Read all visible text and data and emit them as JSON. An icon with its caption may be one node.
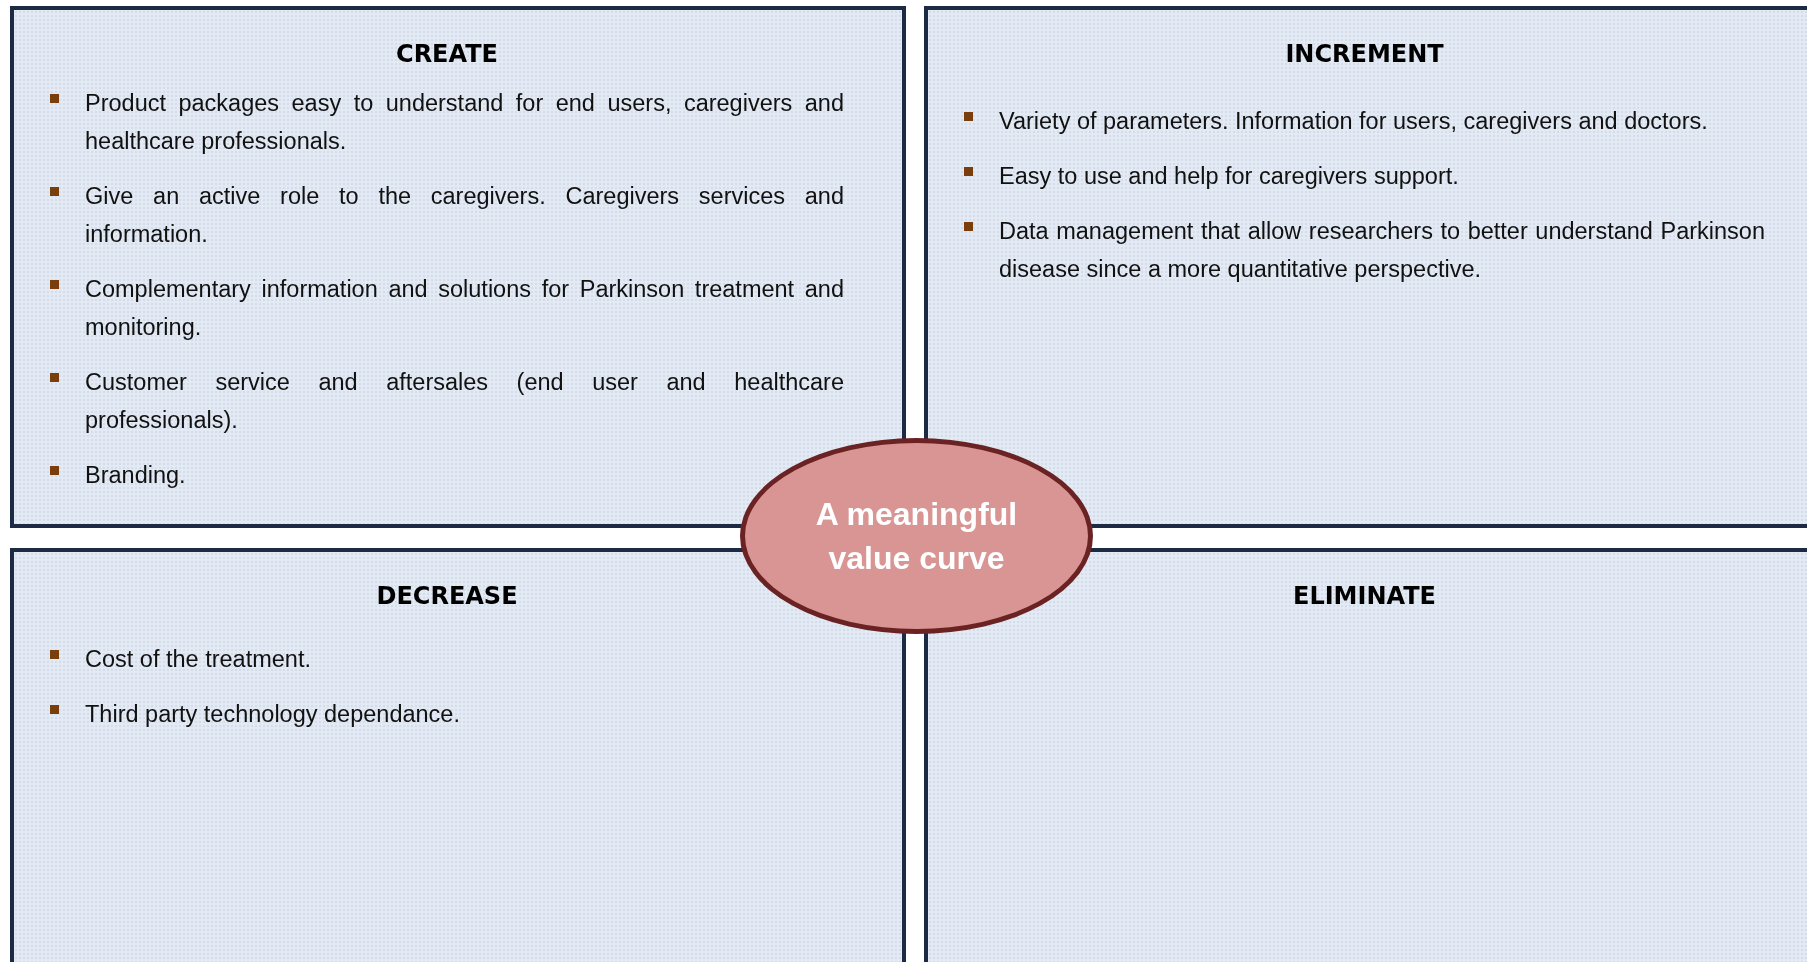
{
  "diagram": {
    "nodes": [
      {
        "text": [
          "CREATE",
          "Product packages easy to understand for end users, caregivers and healthcare professionals.",
          "Give an active role to the caregivers. Caregivers services and information.",
          "Complementary information and solutions for Parkinson treatment and monitoring.",
          "Customer service and aftersales (end user and healthcare professionals).",
          "Branding."
        ]
      },
      {
        "text": [
          "INCREMENT",
          "Variety of parameters. Information for users, caregivers and doctors.",
          "Easy to use and help for caregivers support.",
          "Data management that allow researchers to better understand Parkinson disease since a more quantitative perspective."
        ]
      },
      {
        "text": [
          "DECREASE",
          "Cost of the treatment.",
          "Third party technology dependance."
        ]
      },
      {
        "text": [
          "ELIMINATE"
        ]
      },
      {
        "text": [
          "A meaningful value curve"
        ]
      }
    ]
  }
}
